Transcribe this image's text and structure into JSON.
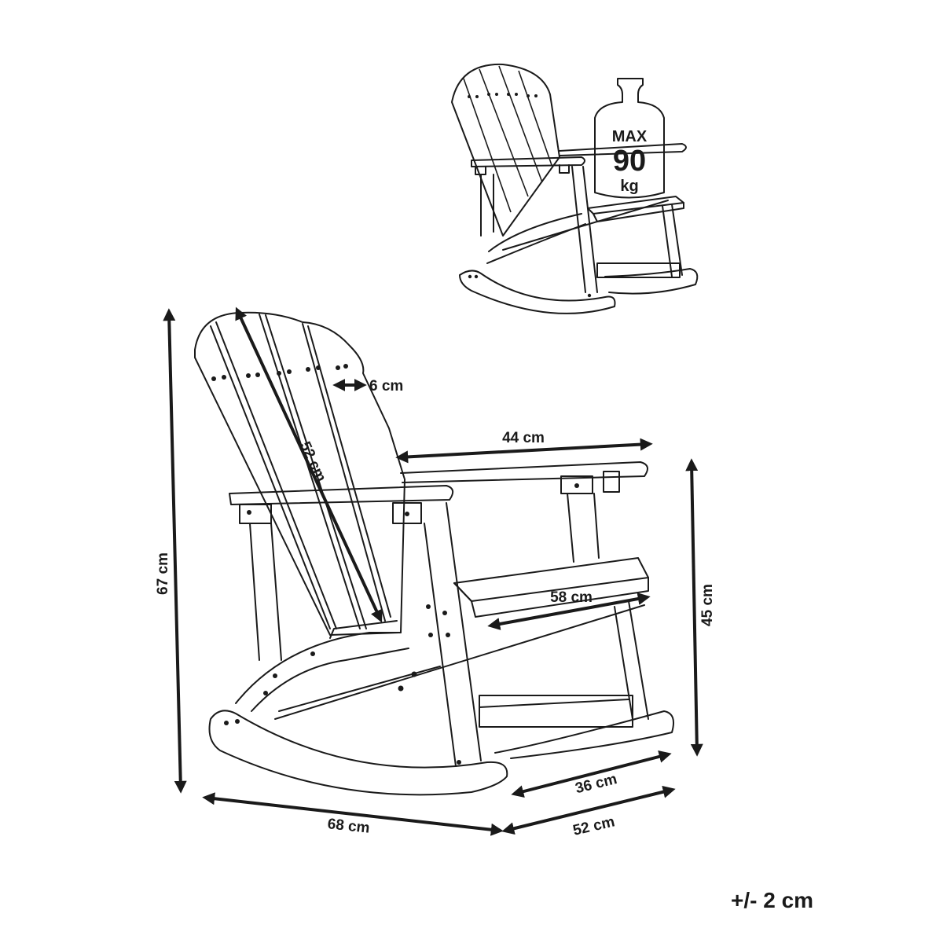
{
  "weight": {
    "line1": "MAX",
    "line2": "90",
    "line3": "kg"
  },
  "dimensions": {
    "height": "67 cm",
    "backrest": "52 cm",
    "slat_width": "6 cm",
    "armrest_depth": "44 cm",
    "seat_width": "58 cm",
    "seat_height": "45 cm",
    "base_depth": "36 cm",
    "length": "68 cm",
    "width": "52 cm"
  },
  "tolerance": "+/- 2 cm",
  "colors": {
    "line": "#1a1a1a",
    "background": "#ffffff"
  }
}
